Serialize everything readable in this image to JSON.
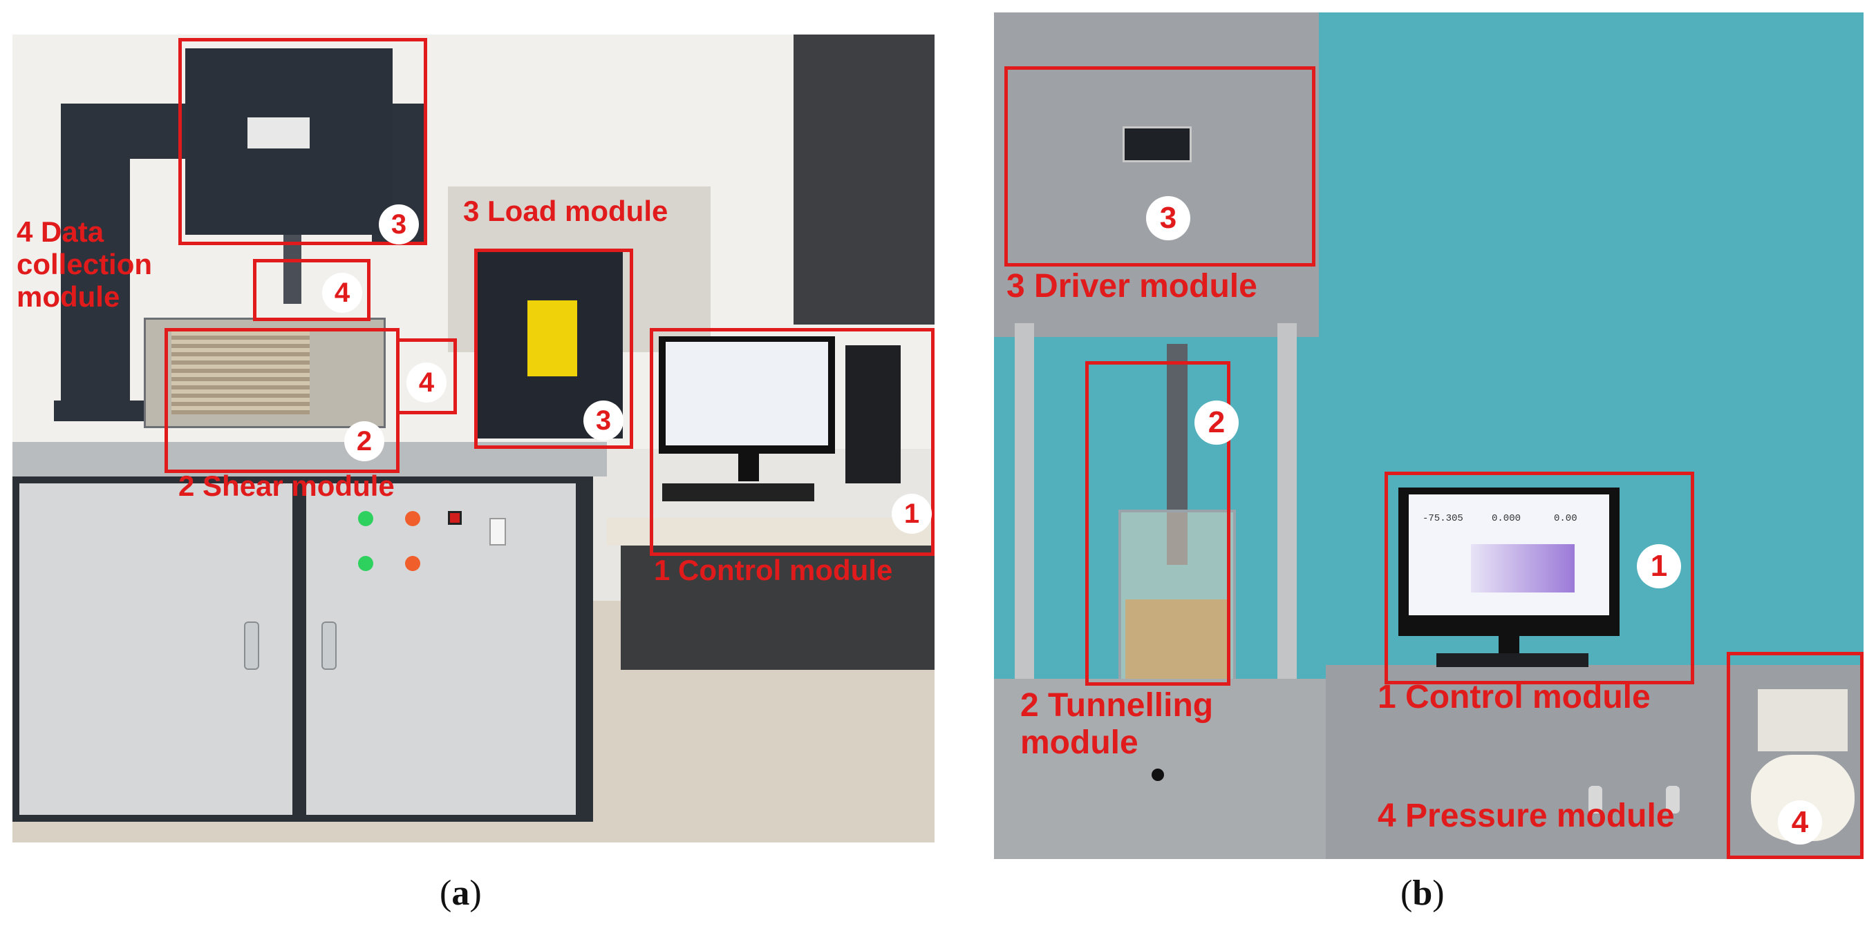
{
  "panel_a": {
    "labels": {
      "data_collection": "4 Data\ncollection\nmodule",
      "load": "3 Load module",
      "shear": "2 Shear module",
      "control": "1 Control module"
    },
    "markers": [
      "3",
      "4",
      "4",
      "3",
      "2",
      "1"
    ],
    "caption_letter": "a"
  },
  "panel_b": {
    "labels": {
      "driver": "3 Driver module",
      "tunnelling": "2 Tunnelling\nmodule",
      "control": "1 Control module",
      "pressure": "4 Pressure module"
    },
    "markers": [
      "3",
      "2",
      "1",
      "4"
    ],
    "screen_readouts": [
      "-75.305",
      "0.000",
      "0.00"
    ],
    "caption_letter": "b"
  },
  "colors": {
    "annotation_red": "#e11b1b",
    "panel_b_wall": "#52b0bd",
    "machine_dark": "#2c333d",
    "machine_grey": "#9ea2a6"
  }
}
